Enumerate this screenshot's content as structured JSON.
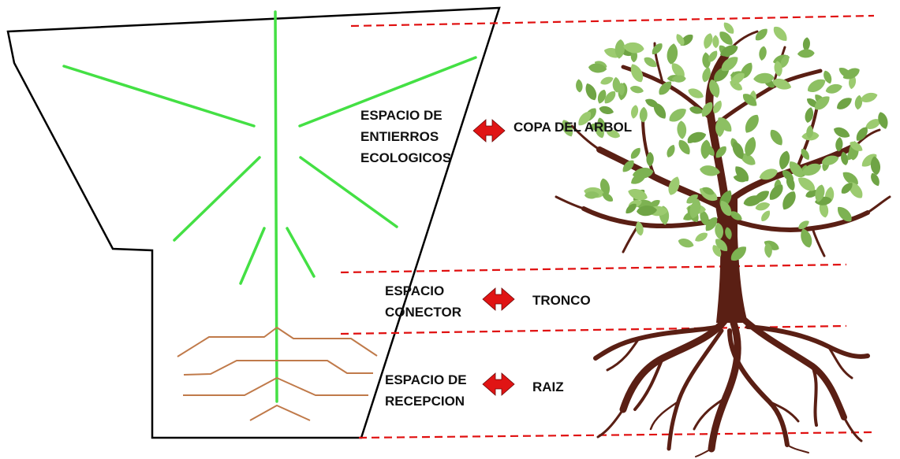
{
  "colors": {
    "outline": "#000000",
    "green_lines": "#44e044",
    "root_lines": "#c07a4a",
    "dashed_lines": "#e01010",
    "arrows": "#e01414",
    "trunk": "#5a1f14",
    "leaves": "#8dc063"
  },
  "rows": [
    {
      "left_lines": [
        "ESPACIO DE",
        "ENTIERROS",
        "ECOLOGICOS"
      ],
      "right_label": "COPA DEL ARBOL"
    },
    {
      "left_lines": [
        "ESPACIO",
        "CONECTOR"
      ],
      "right_label": "TRONCO"
    },
    {
      "left_lines": [
        "ESPACIO DE",
        "RECEPCION"
      ],
      "right_label": "RAIZ"
    }
  ],
  "icons": {
    "arrow": "double-arrow-icon",
    "tree": "tree-illustration"
  }
}
